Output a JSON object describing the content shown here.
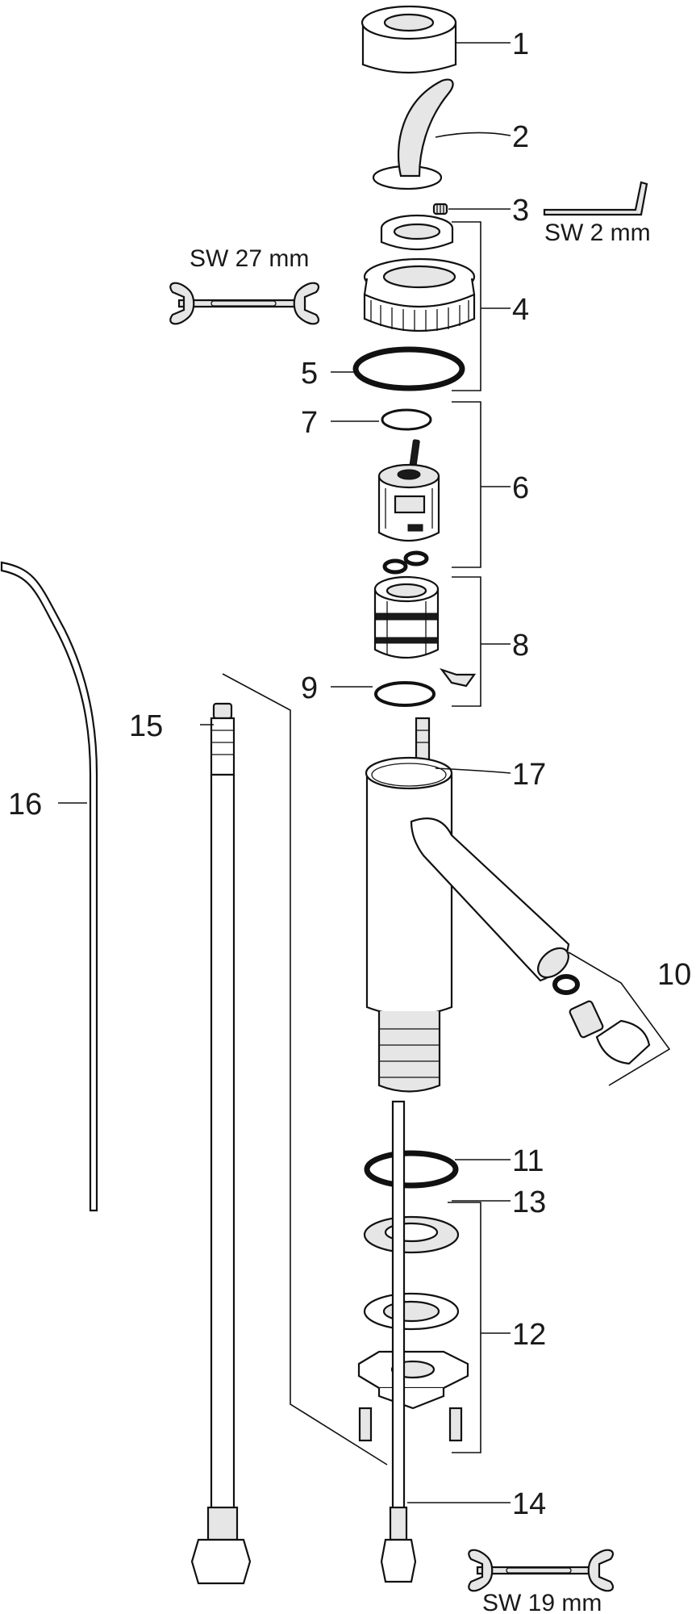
{
  "callouts": {
    "c1": "1",
    "c2": "2",
    "c3": "3",
    "c4": "4",
    "c5": "5",
    "c6": "6",
    "c7": "7",
    "c8": "8",
    "c9": "9",
    "c10": "10",
    "c11": "11",
    "c12": "12",
    "c13": "13",
    "c14": "14",
    "c15": "15",
    "c16": "16",
    "c17": "17"
  },
  "tools": {
    "hex_key": "SW 2 mm",
    "wrench_top": "SW 27 mm",
    "wrench_bottom": "SW 19 mm"
  }
}
